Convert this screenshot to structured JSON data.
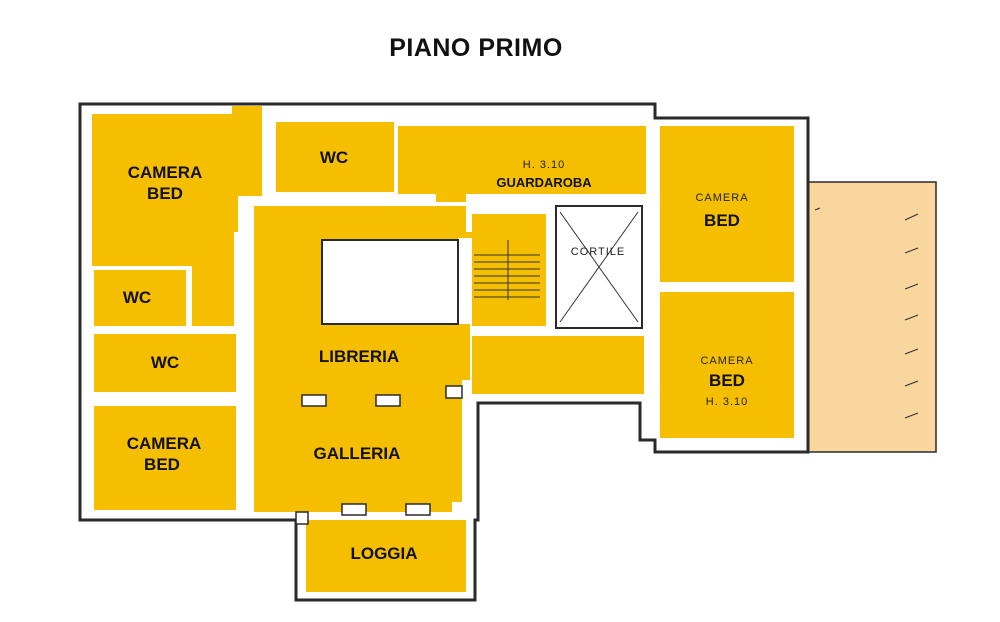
{
  "title": "PIANO PRIMO",
  "rooms": {
    "camera_nw": {
      "line1": "CAMERA",
      "line2": "BED"
    },
    "wc_top": "WC",
    "wc_left": "WC",
    "wc_mid": "WC",
    "camera_sw": {
      "line1": "CAMERA",
      "line2": "BED"
    },
    "guardaroba": {
      "label": "GUARDAROBA",
      "height_note": "H. 3.10"
    },
    "cortile": "CORTILE",
    "libreria": "LIBRERIA",
    "galleria": "GALLERIA",
    "loggia": "LOGGIA",
    "camera_ne": {
      "line1": "CAMERA",
      "line2": "BED"
    },
    "camera_se": {
      "line1": "CAMERA",
      "line2": "BED",
      "height_note": "H. 3.10"
    }
  },
  "colors": {
    "room_fill": "#f5bf00",
    "terrace_fill": "#f8d69e",
    "wall": "#2a2a2a"
  }
}
